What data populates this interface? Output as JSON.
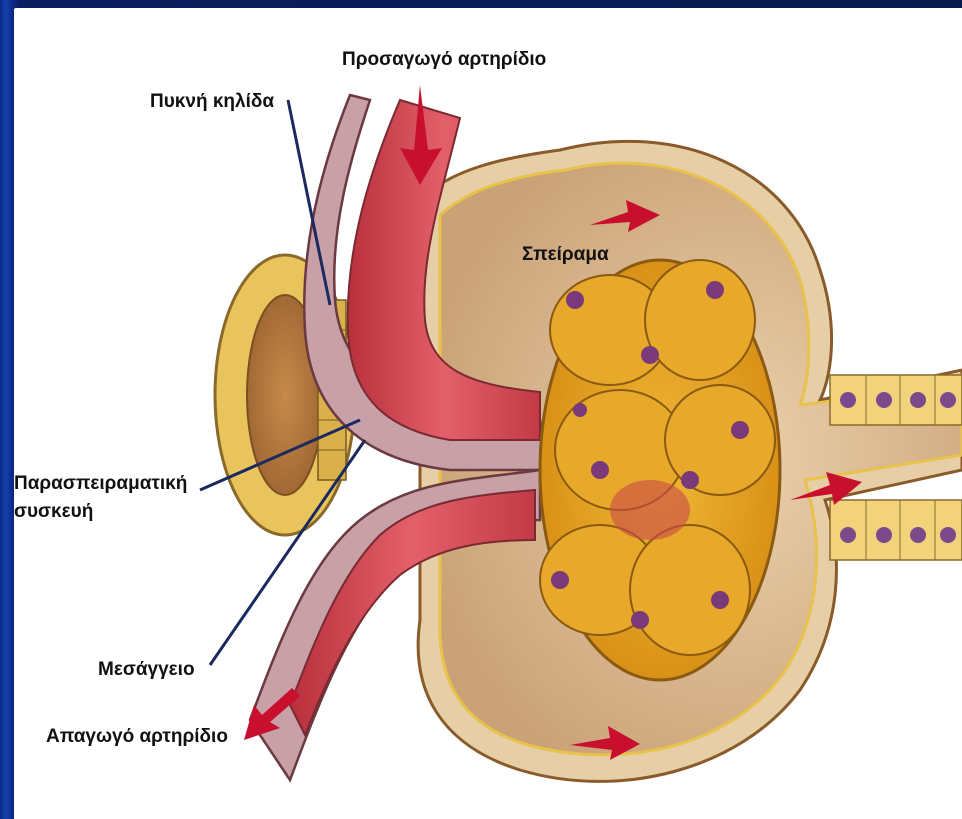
{
  "labels": {
    "afferent": "Προσαγωγό αρτηρίδιο",
    "macula": "Πυκνή κηλίδα",
    "glomerulus": "Σπείραμα",
    "juxta_line1": "Παρασπειραματική",
    "juxta_line2": "συσκευή",
    "mesangium": "Μεσάγγειο",
    "efferent": "Απαγωγό αρτηρίδιο"
  },
  "colors": {
    "background_border": "#0b2a8a",
    "capsule": "#d9b98f",
    "vessel": "#d8464f",
    "glomerulus_tuft": "#e0a020",
    "tubule": "#e8c45a",
    "arrow": "#c8102e",
    "leader_line": "#1a2a5e"
  }
}
